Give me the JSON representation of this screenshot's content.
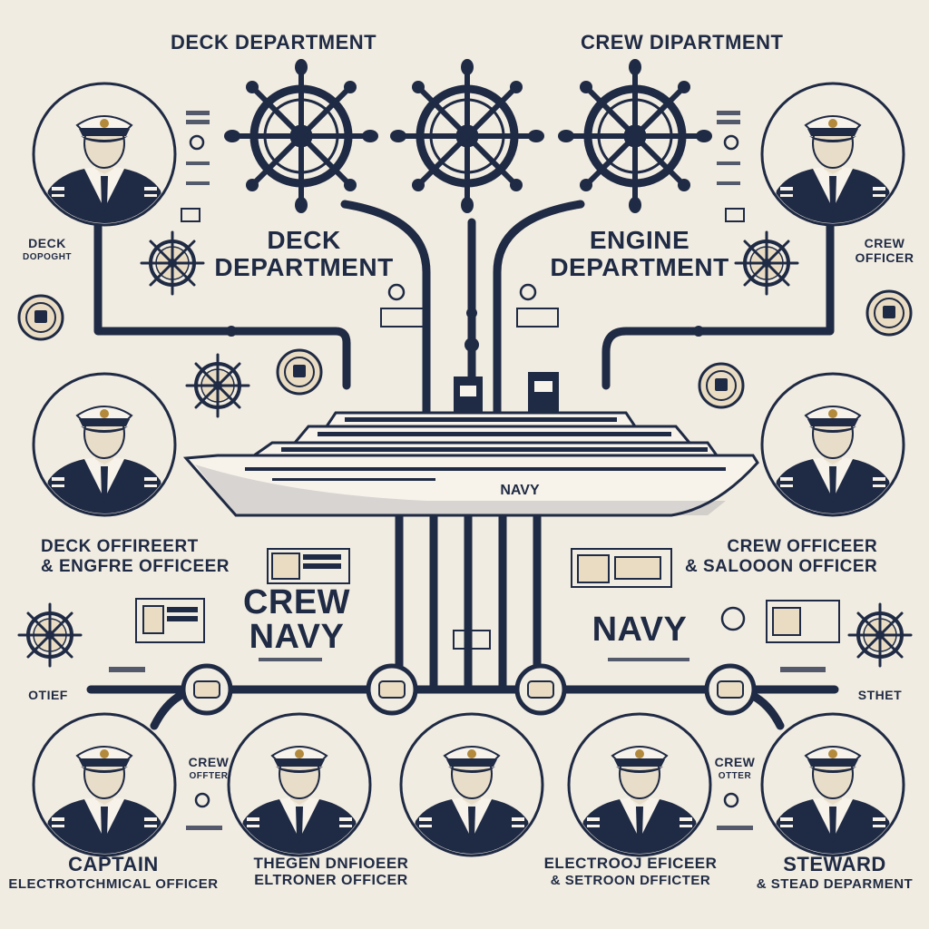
{
  "header": {
    "left_title": "DECK DEPARTMENT",
    "right_title": "CREW DIPARTMENT"
  },
  "departments": {
    "deck": [
      "DECK",
      "DEPARTMENT"
    ],
    "engine": [
      "ENGINE",
      "DEPARTMENT"
    ]
  },
  "side_labels": {
    "left_top": [
      "DECK",
      "DOPOGHT"
    ],
    "right_top": [
      "CREW",
      "OFFICER"
    ],
    "left_bottom": "OTIEF",
    "right_bottom": "STHET",
    "crew_officer_left": [
      "CREW",
      "OFFTER"
    ],
    "crew_officer_right": [
      "CREW",
      "OTTER"
    ]
  },
  "ship": {
    "hull_text": "NAVY"
  },
  "middle_titles": {
    "left": [
      "DECK OFFIREERT",
      "& ENGFRE OFFICEER"
    ],
    "right": [
      "CREW OFFICEER",
      "& SALOOON OFFICER"
    ]
  },
  "center_labels": {
    "left": [
      "CREW",
      "NAVY"
    ],
    "right": "NAVY"
  },
  "bottom_titles": {
    "captain": [
      "CAPTAIN",
      "ELECTROTCHMICAL OFFICER"
    ],
    "second": [
      "THEGEN DNFIOEER",
      "ELTRONER OFFICER"
    ],
    "third": [
      "ELECTROOJ EFICEER",
      "& SETROON DFFICTER"
    ],
    "steward": [
      "STEWARD",
      "& STEAD DEPARMENT"
    ]
  },
  "colors": {
    "navy": "#1f2a44",
    "background": "#f1ece1",
    "skin": "#e8ddc8",
    "gold": "#b38a3c",
    "hull": "#f7f3ea"
  }
}
